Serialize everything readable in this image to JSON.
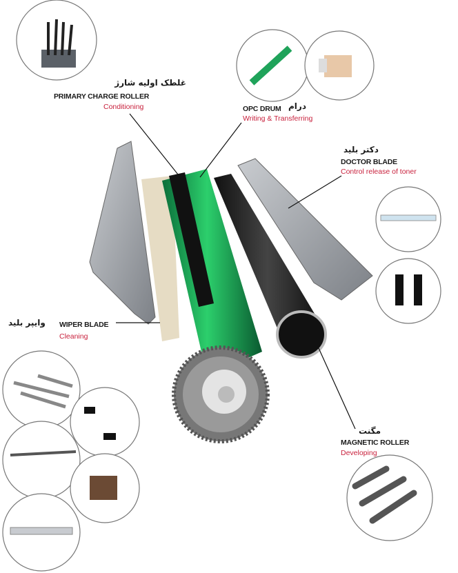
{
  "components": [
    {
      "id": "pcr",
      "name": "PRIMARY CHARGE ROLLER",
      "persian": "غلطک اولیه شارژ",
      "function": "Conditioning"
    },
    {
      "id": "opc",
      "name": "OPC DRUM",
      "persian": "درام",
      "function": "Writing & Transferring"
    },
    {
      "id": "doctor",
      "name": "DOCTOR BLADE",
      "persian": "دکتر بلید",
      "function": "Control release of toner"
    },
    {
      "id": "wiper",
      "name": "WIPER BLADE",
      "persian": "وایپر بلید",
      "function": "Cleaning"
    },
    {
      "id": "mag",
      "name": "MAGNETIC ROLLER",
      "persian": "مگنت",
      "function": "Developing"
    }
  ],
  "colors": {
    "function_text": "#c8203c",
    "drum": "#1fa35a",
    "roller": "#1b1b1b",
    "blade": "#9a9ea3"
  }
}
